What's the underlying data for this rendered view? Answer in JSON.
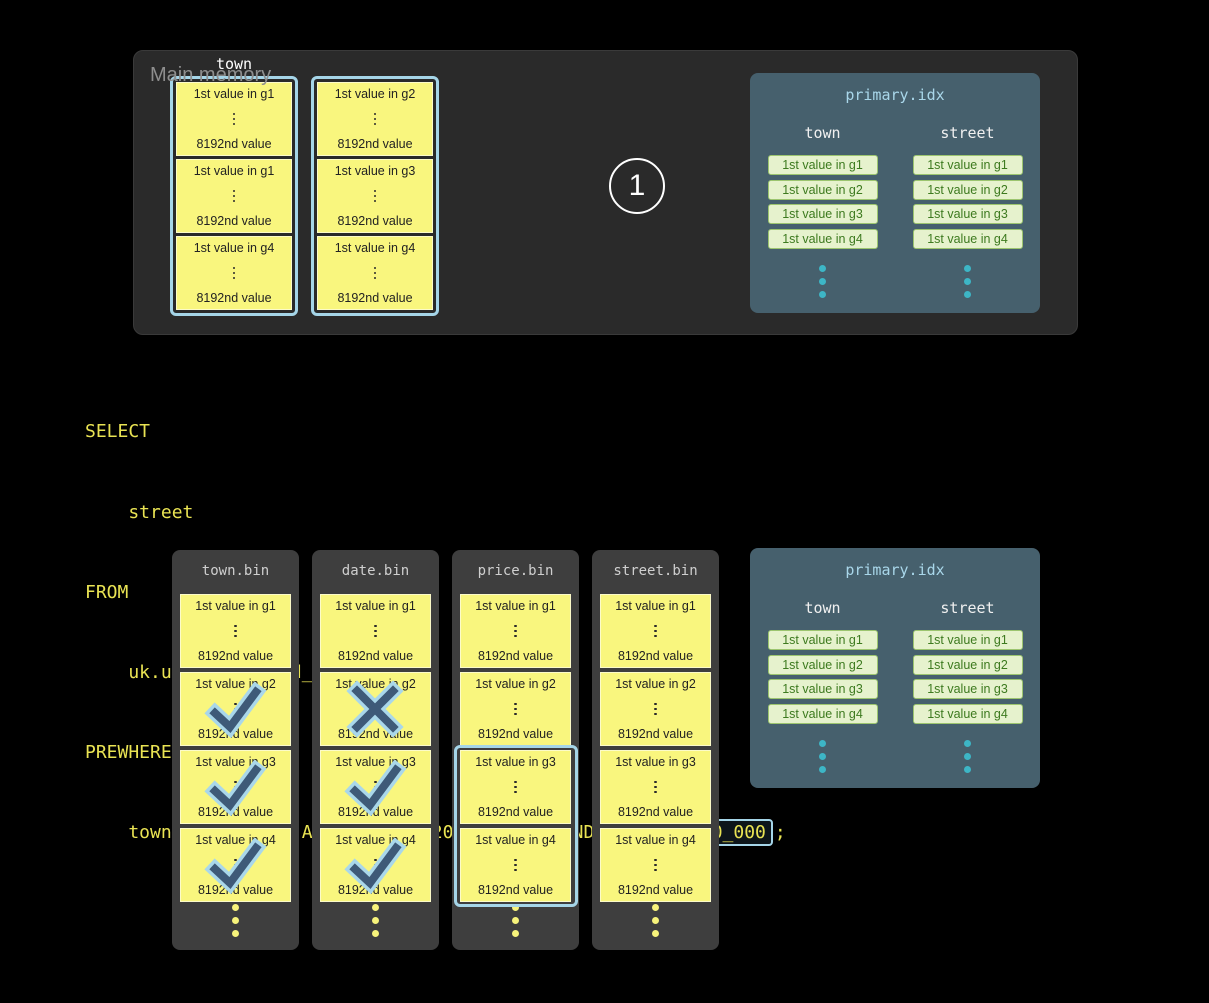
{
  "main_memory": {
    "label": "Main memory",
    "column_label": "town",
    "step_number": "1",
    "stacks": [
      {
        "blocks": [
          {
            "first": "1st value in g1",
            "last": "8192nd value"
          },
          {
            "first": "1st value in g1",
            "last": "8192nd value"
          },
          {
            "first": "1st value in g4",
            "last": "8192nd value"
          }
        ]
      },
      {
        "blocks": [
          {
            "first": "1st value in g2",
            "last": "8192nd value"
          },
          {
            "first": "1st value in g3",
            "last": "8192nd value"
          },
          {
            "first": "1st value in g4",
            "last": "8192nd value"
          }
        ]
      }
    ]
  },
  "primary_idx": {
    "title": "primary.idx",
    "columns": [
      {
        "header": "town",
        "rows": [
          "1st value in g1",
          "1st value in g2",
          "1st value in g3",
          "1st value in g4"
        ]
      },
      {
        "header": "street",
        "rows": [
          "1st value in g1",
          "1st value in g2",
          "1st value in g3",
          "1st value in g4"
        ]
      }
    ]
  },
  "sql": {
    "line1": "SELECT",
    "line2": "    street",
    "line3": "FROM",
    "line4": "    uk.uk_price_paid_simple",
    "line5": "PREWHERE",
    "line6_prefix": "    town = 'LONDON' AND date > '2024-12-31' AND ",
    "line6_highlight": "price < 10_000",
    "line6_suffix": ";"
  },
  "bins": [
    {
      "title": "town.bin",
      "granules": [
        {
          "first": "1st value in g1",
          "last": "8192nd value",
          "mark": "none"
        },
        {
          "first": "1st value in g2",
          "last": "8192nd value",
          "mark": "check"
        },
        {
          "first": "1st value in g3",
          "last": "8192nd value",
          "mark": "check"
        },
        {
          "first": "1st value in g4",
          "last": "8192nd value",
          "mark": "check"
        }
      ]
    },
    {
      "title": "date.bin",
      "granules": [
        {
          "first": "1st value in g1",
          "last": "8192nd value",
          "mark": "none"
        },
        {
          "first": "1st value in g2",
          "last": "8192nd value",
          "mark": "cross"
        },
        {
          "first": "1st value in g3",
          "last": "8192nd value",
          "mark": "check"
        },
        {
          "first": "1st value in g4",
          "last": "8192nd value",
          "mark": "check"
        }
      ]
    },
    {
      "title": "price.bin",
      "selection": "granules g3 and g4 outlined in blue",
      "granules": [
        {
          "first": "1st value in g1",
          "last": "8192nd value",
          "mark": "none"
        },
        {
          "first": "1st value in g2",
          "last": "8192nd value",
          "mark": "none"
        },
        {
          "first": "1st value in g3",
          "last": "8192nd value",
          "mark": "selected"
        },
        {
          "first": "1st value in g4",
          "last": "8192nd value",
          "mark": "selected"
        }
      ]
    },
    {
      "title": "street.bin",
      "granules": [
        {
          "first": "1st value in g1",
          "last": "8192nd value",
          "mark": "none"
        },
        {
          "first": "1st value in g2",
          "last": "8192nd value",
          "mark": "none"
        },
        {
          "first": "1st value in g3",
          "last": "8192nd value",
          "mark": "none"
        },
        {
          "first": "1st value in g4",
          "last": "8192nd value",
          "mark": "none"
        }
      ]
    }
  ],
  "colors": {
    "background": "#000000",
    "main_memory_panel": "#2a2a2a",
    "bin_panel": "#3e3e3e",
    "primary_idx_panel": "#46606d",
    "granule_yellow": "#f9f67e",
    "highlight_blue": "#a5d5e8",
    "sql_yellow": "#e9e353",
    "index_pill_bg": "#e6f2cd",
    "index_pill_border": "#9cc56f",
    "index_pill_text": "#3d7a1f",
    "teal_dot": "#3db6c6",
    "mark_dark": "#3e5a78"
  }
}
